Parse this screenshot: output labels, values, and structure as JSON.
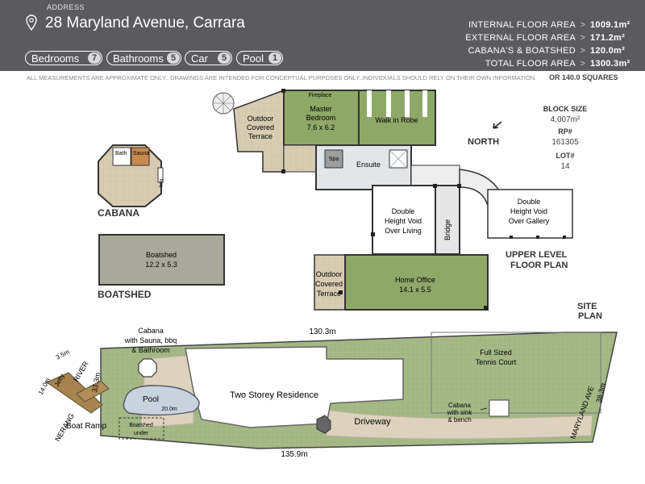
{
  "header": {
    "address_label": "ADDRESS",
    "address": "28 Maryland Avenue, Carrara",
    "features": [
      {
        "label": "Bedrooms",
        "count": "7"
      },
      {
        "label": "Bathrooms",
        "count": "5"
      },
      {
        "label": "Car",
        "count": "5"
      },
      {
        "label": "Pool",
        "count": "1"
      }
    ],
    "areas": [
      {
        "label": "INTERNAL FLOOR AREA",
        "value": "1009.1m²"
      },
      {
        "label": "EXTERNAL FLOOR AREA",
        "value": "171.2m²"
      },
      {
        "label": "CABANA'S & BOATSHED",
        "value": "120.0m²"
      },
      {
        "label": "TOTAL FLOOR AREA",
        "value": "1300.3m²"
      }
    ],
    "chevron": ">"
  },
  "disclaimer": "ALL MEASUREMENTS ARE APPROXIMATE ONLY.. DRAWINGS ARE INTENDED FOR CONCEPTUAL PURPOSES ONLY..INDIVIDUALS SHOULD RELY ON THEIR OWN INFORMATION.",
  "squares": "OR 140.0 SQUARES",
  "block_info": {
    "block_size_label": "BLOCK SIZE",
    "block_size": "4,007m²",
    "rp_label": "RP#",
    "rp": "161305",
    "lot_label": "LOT#",
    "lot": "14"
  },
  "north_label": "NORTH",
  "cabana": {
    "title": "CABANA",
    "bath": "Bath",
    "sauna": "Sauna",
    "bbq": "bbq"
  },
  "boatshed": {
    "title": "BOATSHED",
    "name": "Boatshed",
    "dims": "12.2 x 5.3"
  },
  "upper_floor": {
    "title_line1": "UPPER LEVEL",
    "title_line2": "FLOOR PLAN",
    "rooms": {
      "fireplace": "Fireplace",
      "master_line1": "Master",
      "master_line2": "Bedroom",
      "master_dims": "7.6 x 6.2",
      "walk_in_robe": "Walk in Robe",
      "terrace1_line1": "Outdoor",
      "terrace1_line2": "Covered",
      "terrace1_line3": "Terrace",
      "spa": "Spa",
      "ensuite": "Ensuite",
      "void_living_line1": "Double",
      "void_living_line2": "Height Void",
      "void_living_line3": "Over Living",
      "bridge": "Bridge",
      "void_gallery_line1": "Double",
      "void_gallery_line2": "Height Void",
      "void_gallery_line3": "Over Gallery",
      "terrace2_line1": "Outdoor",
      "terrace2_line2": "Covered",
      "terrace2_line3": "Terrace",
      "office": "Home Office",
      "office_dims": "14.1 x 5.5"
    }
  },
  "site_plan": {
    "title_line1": "SITE",
    "title_line2": "PLAN",
    "cabana_line1": "Cabana",
    "cabana_line2": "with Sauna, bbq",
    "cabana_line3": "& Bathroom",
    "dim_top": "130.3m",
    "dim_bottom": "135.9m",
    "dim_right": "38.3m",
    "dim_left": "33.3m",
    "dim_jetty_w": "3.5m",
    "dim_jetty_l": "14.0m",
    "jetty": "Jetty",
    "river": "RIVER",
    "nerang": "NERANG",
    "boat_ramp": "Boat Ramp",
    "pool": "Pool",
    "pool_dim": "20.0m",
    "boatshed_line1": "Boatshed",
    "boatshed_line2": "under",
    "residence": "Two Storey Residence",
    "driveway": "Driveway",
    "tennis_line1": "Full Sized",
    "tennis_line2": "Tennis Court",
    "cabana2_line1": "Cabana",
    "cabana2_line2": "with sink",
    "cabana2_line3": "& bench",
    "maryland_ave": "MARYLAND AVE"
  },
  "colors": {
    "header_bg": "#5b5b5f",
    "room_green": "#8ea867",
    "room_green_dark": "#6f8b4a",
    "terrace_beige": "#d8ccb4",
    "boatshed_gray": "#a9a99b",
    "grass_green": "#a4b886",
    "driveway_beige": "#ddd2bd"
  }
}
